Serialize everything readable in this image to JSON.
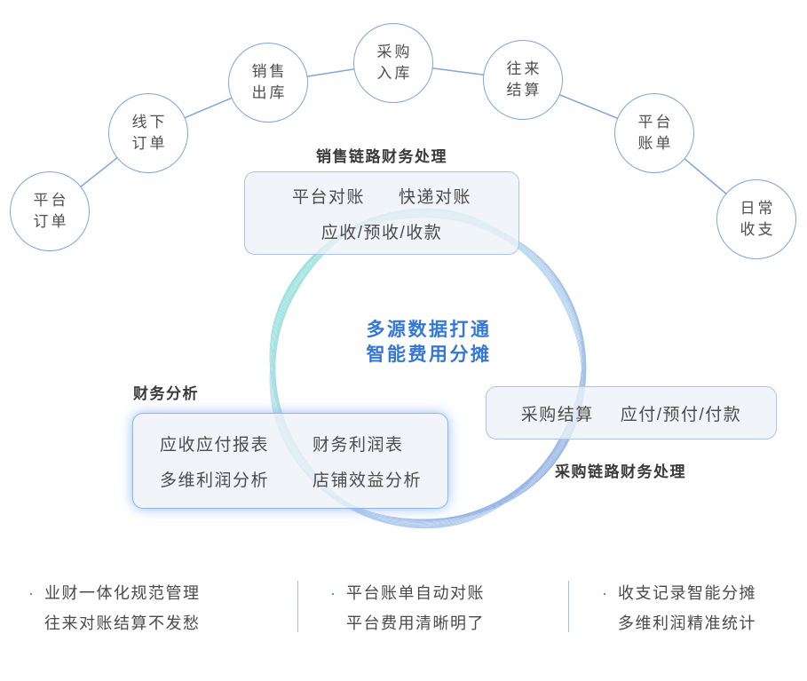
{
  "diagram": {
    "nodes": [
      {
        "line1": "平台",
        "line2": "订单"
      },
      {
        "line1": "线下",
        "line2": "订单"
      },
      {
        "line1": "销售",
        "line2": "出库"
      },
      {
        "line1": "采购",
        "line2": "入库"
      },
      {
        "line1": "往来",
        "line2": "结算"
      },
      {
        "line1": "平台",
        "line2": "账单"
      },
      {
        "line1": "日常",
        "line2": "收支"
      }
    ],
    "sales_box": {
      "title": "销售链路财务处理",
      "row1_left": "平台对账",
      "row1_right": "快递对账",
      "row2": "应收/预收/收款"
    },
    "finance_box": {
      "title": "财务分析",
      "row1_left": "应收应付报表",
      "row1_right": "财务利润表",
      "row2_left": "多维利润分析",
      "row2_right": "店铺效益分析"
    },
    "purchase_box": {
      "title": "采购链路财务处理",
      "row1_left": "采购结算",
      "row1_right": "应付/预付/付款"
    },
    "center_headline": {
      "line1": "多源数据打通",
      "line2": "智能费用分摊"
    }
  },
  "footer": {
    "bullet_glyph": "·",
    "items": [
      {
        "line1": "业财一体化规范管理",
        "line2": "往来对账结算不发愁"
      },
      {
        "line1": "平台账单自动对账",
        "line2": "平台费用清晰明了"
      },
      {
        "line1": "收支记录智能分摊",
        "line2": "多维利润精准统计"
      }
    ]
  },
  "colors": {
    "accent_blue": "#3577d6",
    "node_border": "#7ea6d9",
    "box_border": "#a9c6e8",
    "box_fill": "#edf1f6",
    "swirl_teal": "#3ec8bc",
    "swirl_blue": "#3a6fd0",
    "text_dark": "#4a4a4a"
  }
}
